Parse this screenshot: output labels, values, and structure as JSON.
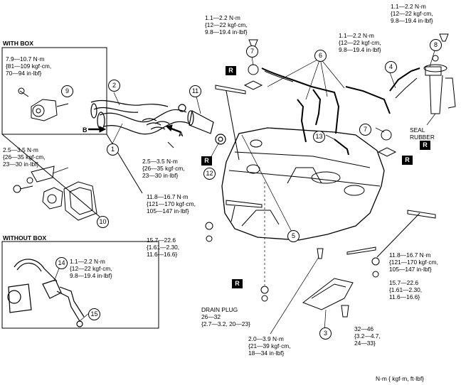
{
  "sections": {
    "with_box": "WITH BOX",
    "without_box": "WITHOUT BOX"
  },
  "torques": {
    "t_top_center": "1.1—2.2 N·m\n{12—22 kgf·cm,\n9.8—19.4 in·lbf}",
    "t_top_right": "1.1—2.2 N·m\n{12—22 kgf·cm,\n9.8—19.4 in·lbf}",
    "t_mid_right": "1.1—2.2 N·m\n{12—22 kgf·cm,\n9.8—19.4 in·lbf}",
    "t_with_box": "7.9—10.7 N·m\n{81—109 kgf·cm,\n70—94 in·lbf}",
    "t_box_bracket": "2.5—3.5 N·m\n{26—35 kgf·cm,\n23—30 in·lbf}",
    "t_filler": "2.5—3.5 N·m\n{26—35 kgf·cm,\n23—30 in·lbf}",
    "t_strap_left": "11.8—16.7 N·m\n{121—170 kgf·cm,\n105—147 in·lbf}",
    "t_nut_left": "15.7—22.6\n{1.61—2.30,\n11.6—16.6}",
    "t_without_box": "1.1—2.2 N·m\n{12—22 kgf·cm,\n9.8—19.4 in·lbf}",
    "t_strap_right": "11.8—16.7 N·m\n{121—170 kgf·cm,\n105—147 in·lbf}",
    "t_nut_right": "15.7—22.6\n{1.61—2.30,\n11.6—16.6}",
    "t_drain": "DRAIN PLUG\n26—32\n{2.7—3.2, 20—23}",
    "t_bottom_center": "2.0—3.9 N·m\n{21—39 kgf·cm,\n18—34 in·lbf}",
    "t_guard": "32—46\n{3.2—4.7,\n24—33}"
  },
  "labels": {
    "seal_rubber": "SEAL\nRUBBER",
    "units": "N·m { kgf·m, ft·lbf}",
    "arrow_a": "A",
    "arrow_b": "B",
    "replace": "R"
  },
  "callouts": [
    "1",
    "2",
    "3",
    "4",
    "5",
    "6",
    "7",
    "7",
    "8",
    "9",
    "10",
    "11",
    "12",
    "13",
    "14",
    "15"
  ]
}
